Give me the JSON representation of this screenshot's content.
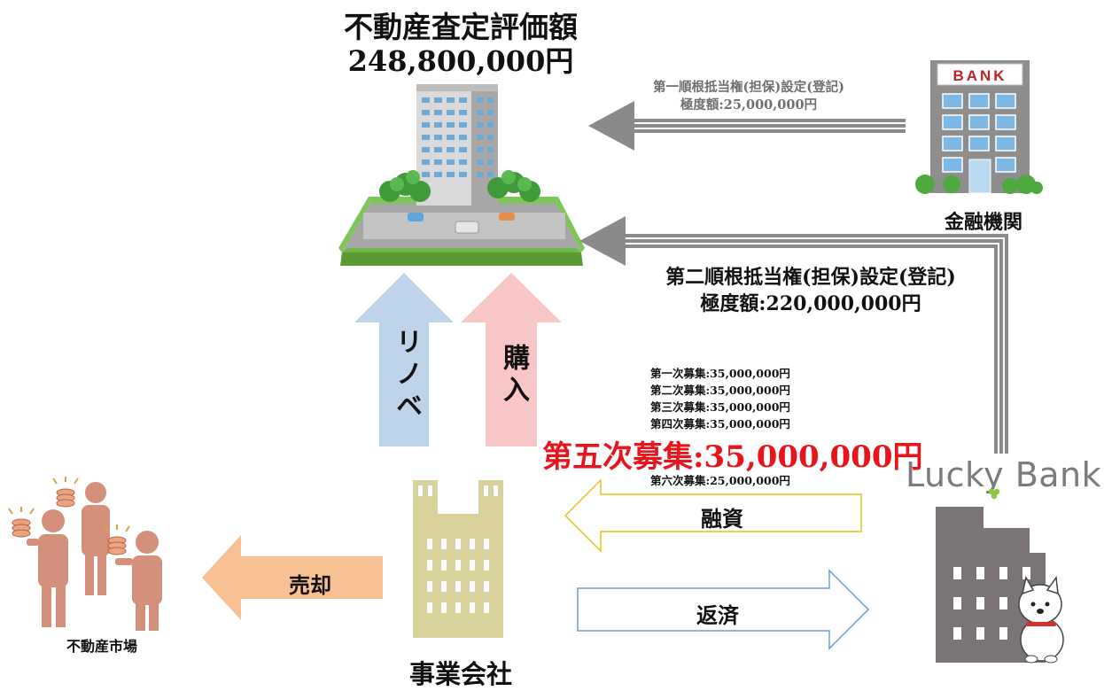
{
  "valuation": {
    "title": "不動産査定評価額",
    "amount": "248,800,000円"
  },
  "first_lien": {
    "line1": "第一順根抵当権(担保)設定(登記)",
    "line2": "極度額:25,000,000円"
  },
  "second_lien": {
    "line1": "第二順根抵当権(担保)設定(登記)",
    "line2": "極度額:220,000,000円"
  },
  "bank": {
    "sign": "BANK",
    "label": "金融機関"
  },
  "lucky_bank": {
    "name": "Lucky Bank"
  },
  "arrows": {
    "renovation": "リノベ",
    "purchase": "購入",
    "financing": "融資",
    "repayment": "返済",
    "sale": "売却"
  },
  "fundraising": {
    "rounds": [
      "第一次募集:35,000,000円",
      "第二次募集:35,000,000円",
      "第三次募集:35,000,000円",
      "第四次募集:35,000,000円"
    ],
    "highlight": "第五次募集:35,000,000円",
    "last": "第六次募集:25,000,000円"
  },
  "labels": {
    "market": "不動産市場",
    "company": "事業会社"
  },
  "colors": {
    "highlight_red": "#e8141b",
    "renovation_blue": "#bcd3ea",
    "purchase_pink": "#f8c6c6",
    "sale_orange": "#f8c193",
    "company_beige": "#d8d19b",
    "people_brown": "#d4907a",
    "line_gray": "#8a8a8a",
    "grass_green": "#6cba45"
  }
}
